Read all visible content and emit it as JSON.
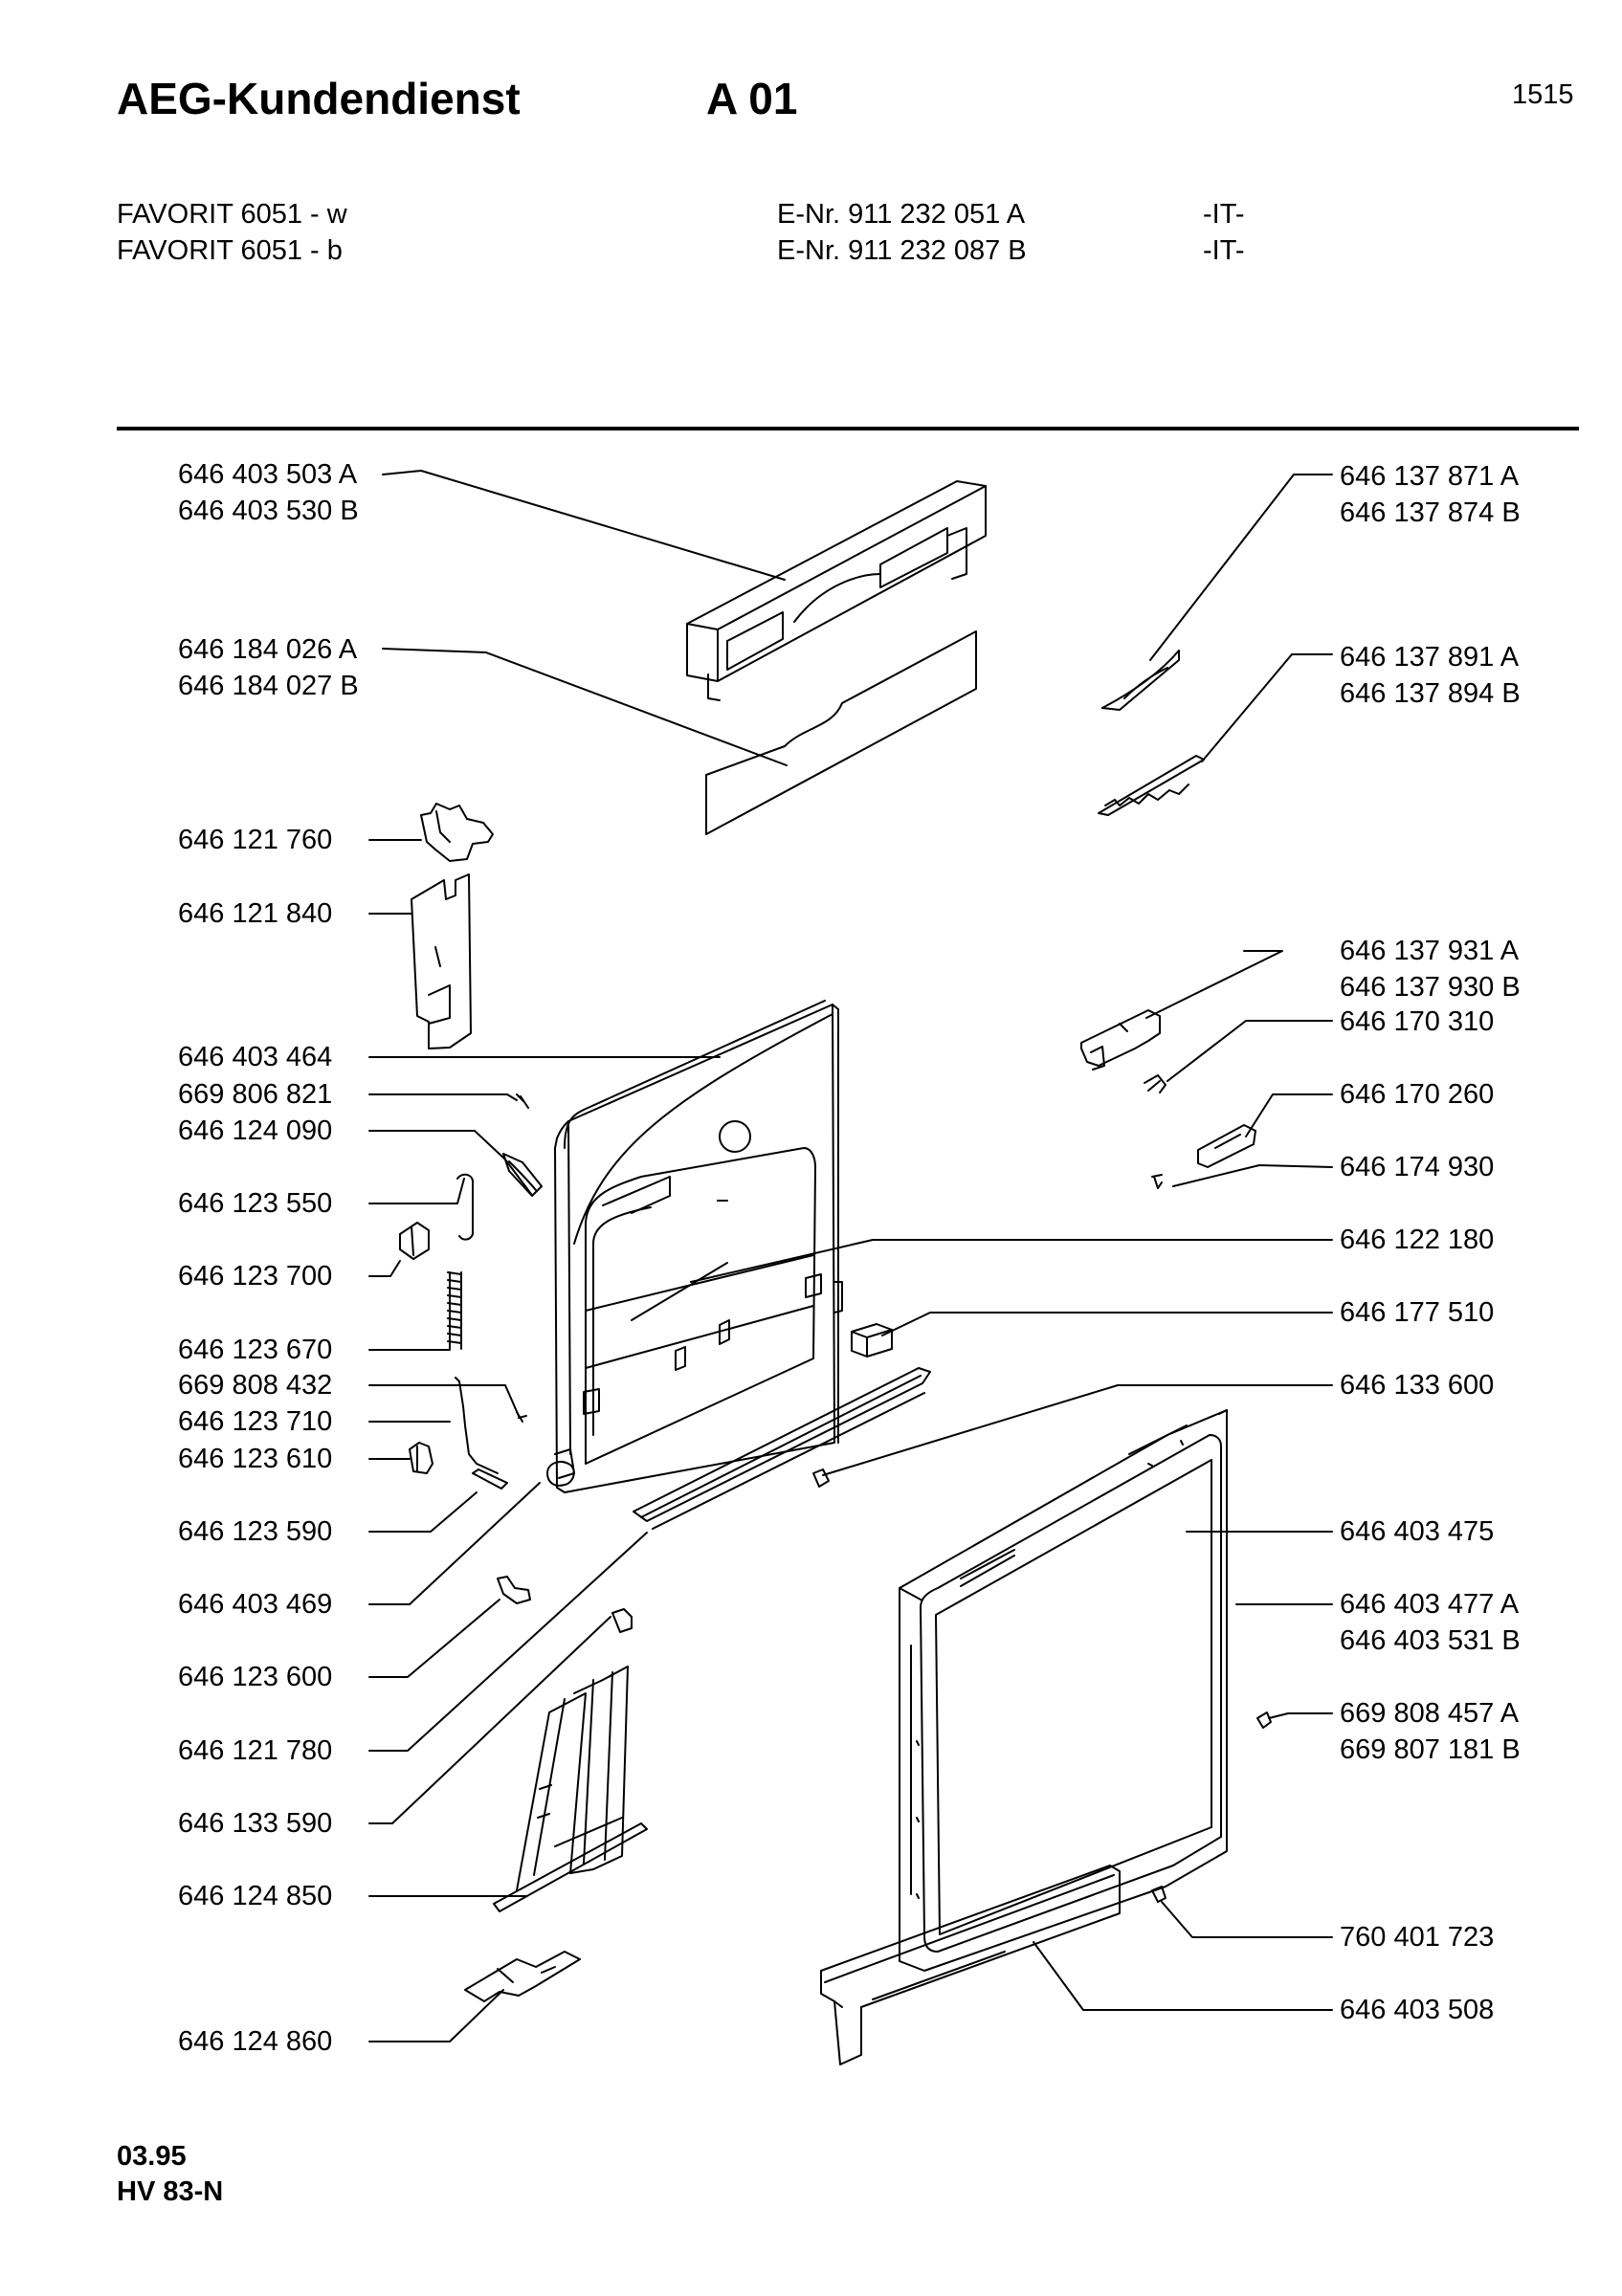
{
  "header": {
    "service": "AEG-Kundendienst",
    "code": "A 01",
    "page_no": "1515"
  },
  "models": [
    {
      "name": "FAVORIT 6051 - w",
      "enr": "E-Nr. 911 232 051 A",
      "market": "-IT-"
    },
    {
      "name": "FAVORIT 6051 - b",
      "enr": "E-Nr. 911 232 087 B",
      "market": "-IT-"
    }
  ],
  "parts_left": [
    {
      "lines": [
        "646 403 503 A",
        "646 403 530 B"
      ]
    },
    {
      "lines": [
        "646 184 026 A",
        "646 184 027 B"
      ]
    },
    {
      "lines": [
        "646 121 760"
      ]
    },
    {
      "lines": [
        "646 121 840"
      ]
    },
    {
      "lines": [
        "646 403 464"
      ]
    },
    {
      "lines": [
        "669 806 821"
      ]
    },
    {
      "lines": [
        "646 124 090"
      ]
    },
    {
      "lines": [
        "646 123 550"
      ]
    },
    {
      "lines": [
        "646 123 700"
      ]
    },
    {
      "lines": [
        "646 123 670"
      ]
    },
    {
      "lines": [
        "669 808 432"
      ]
    },
    {
      "lines": [
        "646 123 710"
      ]
    },
    {
      "lines": [
        "646 123 610"
      ]
    },
    {
      "lines": [
        "646 123 590"
      ]
    },
    {
      "lines": [
        "646 403 469"
      ]
    },
    {
      "lines": [
        "646 123 600"
      ]
    },
    {
      "lines": [
        "646 121 780"
      ]
    },
    {
      "lines": [
        "646 133 590"
      ]
    },
    {
      "lines": [
        "646 124 850"
      ]
    },
    {
      "lines": [
        "646 124 860"
      ]
    }
  ],
  "parts_right": [
    {
      "lines": [
        "646 137 871 A",
        "646 137 874 B"
      ]
    },
    {
      "lines": [
        "646 137 891 A",
        "646 137 894 B"
      ]
    },
    {
      "lines": [
        "646 137 931 A",
        "646 137 930 B"
      ]
    },
    {
      "lines": [
        "646 170 310"
      ]
    },
    {
      "lines": [
        "646 170 260"
      ]
    },
    {
      "lines": [
        "646 174 930"
      ]
    },
    {
      "lines": [
        "646 122 180"
      ]
    },
    {
      "lines": [
        "646 177 510"
      ]
    },
    {
      "lines": [
        "646 133 600"
      ]
    },
    {
      "lines": [
        "646 403 475"
      ]
    },
    {
      "lines": [
        "646 403 477 A",
        "646 403 531 B"
      ]
    },
    {
      "lines": [
        "669 808 457 A",
        "669 807 181 B"
      ]
    },
    {
      "lines": [
        "760 401 723"
      ]
    },
    {
      "lines": [
        "646 403 508"
      ]
    }
  ],
  "footer": {
    "date": "03.95",
    "ref": "HV 83-N"
  }
}
